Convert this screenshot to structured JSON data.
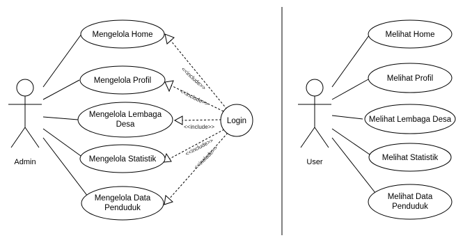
{
  "left": {
    "actor": "Admin",
    "usecases": [
      {
        "lines": [
          "Mengelola Home"
        ]
      },
      {
        "lines": [
          "Mengelola Profil"
        ]
      },
      {
        "lines": [
          "Mengelola Lembaga",
          "Desa"
        ]
      },
      {
        "lines": [
          "Mengelola Statistik"
        ]
      },
      {
        "lines": [
          "Mengelola Data",
          "Penduduk"
        ]
      }
    ],
    "login": "Login",
    "include_label": "<<include>>",
    "include_labels": [
      "<<include>>",
      "<<include>>",
      "<<include>>",
      "<<include>>",
      "<<include>>"
    ]
  },
  "right": {
    "actor": "User",
    "usecases": [
      {
        "lines": [
          "Melihat Home"
        ]
      },
      {
        "lines": [
          "Melihat Profil"
        ]
      },
      {
        "lines": [
          "Melihat Lembaga Desa"
        ]
      },
      {
        "lines": [
          "Melihat Statistik"
        ]
      },
      {
        "lines": [
          "Melihat Data",
          "Penduduk"
        ]
      }
    ]
  }
}
